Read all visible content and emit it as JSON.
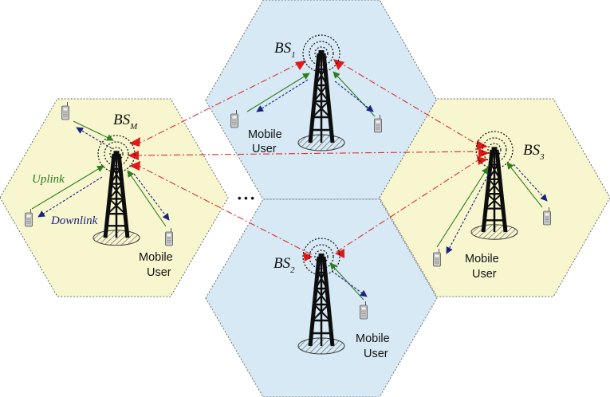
{
  "colors": {
    "cell_blue": "#d6e9f5",
    "cell_yellow": "#f8f6cf",
    "cell_border": "#6e6e6e",
    "uplink": "#2e7d1f",
    "downlink": "#1a237e",
    "backhaul": "#d93030",
    "tower": "#0d0d0d"
  },
  "base_stations": {
    "bs1": {
      "main": "BS",
      "sub": "1"
    },
    "bs2": {
      "main": "BS",
      "sub": "2"
    },
    "bs3": {
      "main": "BS",
      "sub": "3"
    },
    "bsm": {
      "main": "BS",
      "sub": "M"
    }
  },
  "labels": {
    "mobile": "Mobile",
    "user": "User",
    "uplink": "Uplink",
    "downlink": "Downlink",
    "ellipsis": "• • •"
  }
}
